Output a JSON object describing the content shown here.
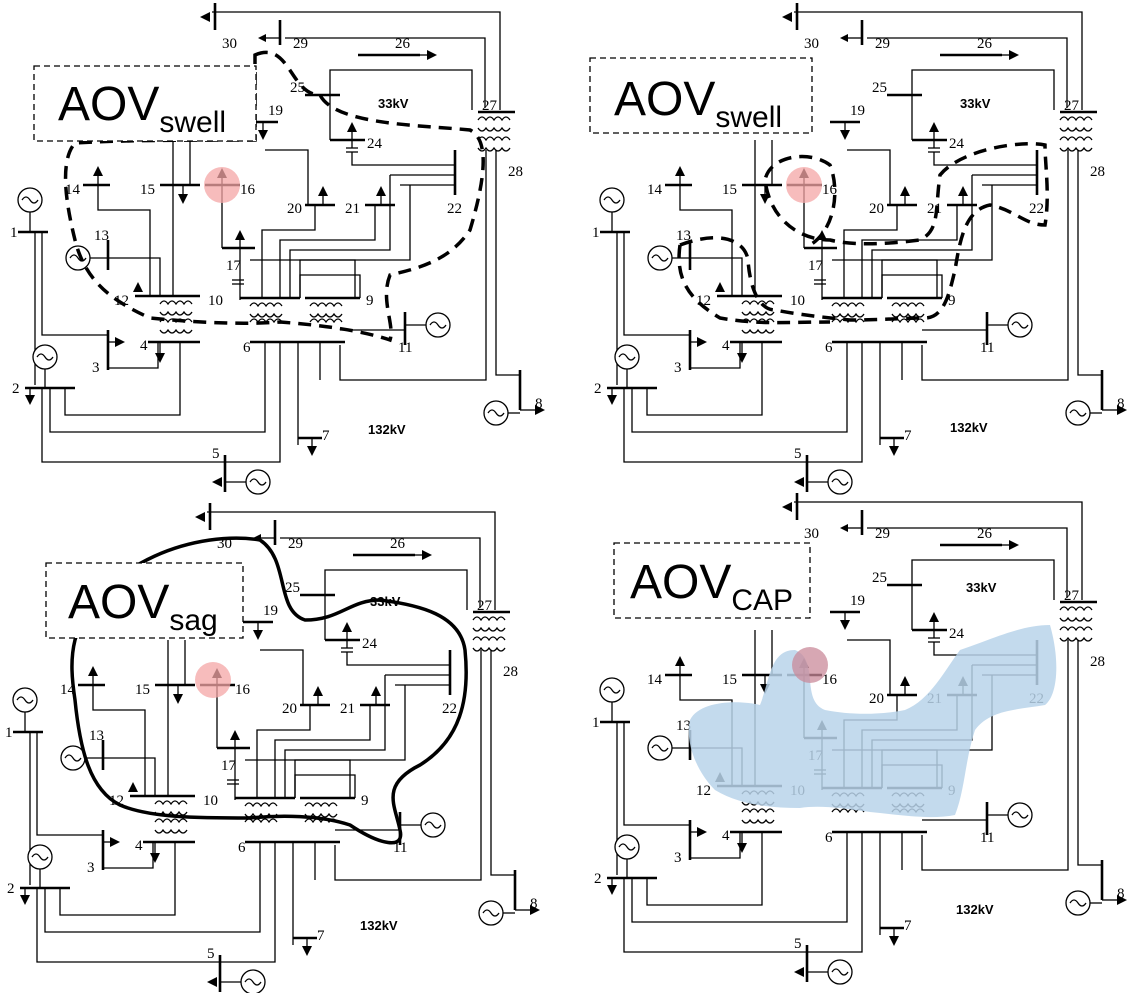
{
  "colors": {
    "highlight_bus": "#f4a6a6",
    "capacitor_zone": "#b9d3ea",
    "line": "#000000"
  },
  "panels": [
    {
      "id": "top-left",
      "tag": {
        "main": "AOV",
        "sub": "swell"
      },
      "zone_style": "dashed"
    },
    {
      "id": "top-right",
      "tag": {
        "main": "AOV",
        "sub": "swell"
      },
      "zone_style": "dashed"
    },
    {
      "id": "bottom-left",
      "tag": {
        "main": "AOV",
        "sub": "sag"
      },
      "zone_style": "solid"
    },
    {
      "id": "bottom-right",
      "tag": {
        "main": "AOV",
        "sub": "CAP"
      },
      "zone_style": "shaded"
    }
  ],
  "bus_labels": [
    "1",
    "2",
    "3",
    "4",
    "5",
    "6",
    "7",
    "8",
    "9",
    "10",
    "11",
    "12",
    "13",
    "14",
    "15",
    "16",
    "17",
    "20",
    "21",
    "22",
    "24",
    "25",
    "26",
    "27",
    "28",
    "29",
    "30",
    "19"
  ],
  "voltage_labels": {
    "high": "132kV",
    "low": "33kV"
  },
  "highlighted_bus": "16"
}
